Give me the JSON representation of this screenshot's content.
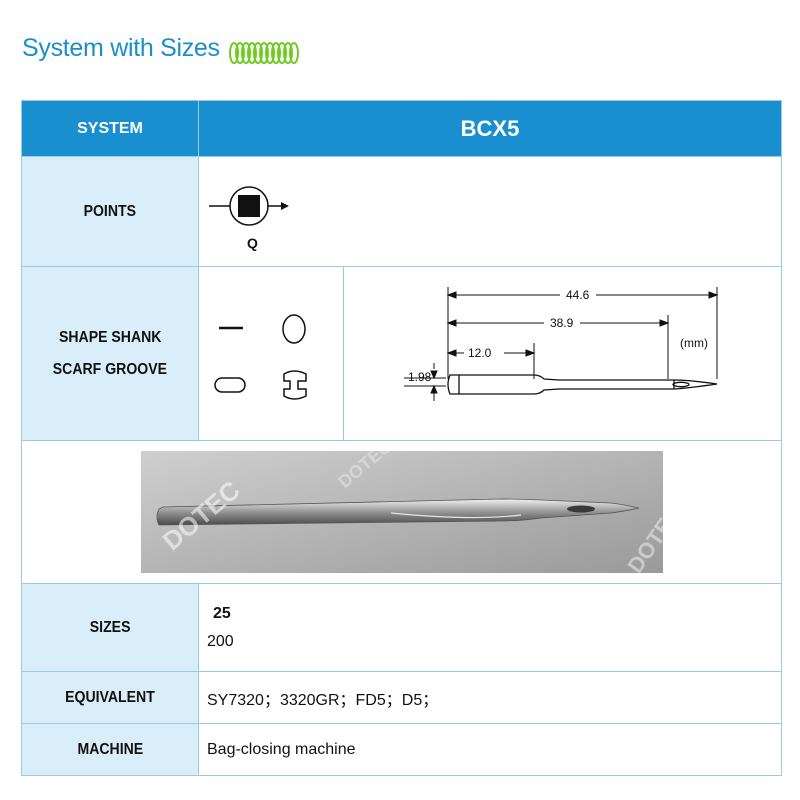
{
  "title": "System with Sizes",
  "table": {
    "system_label": "SYSTEM",
    "system_value": "BCX5",
    "points_label": "POINTS",
    "points_code": "Q",
    "shape_label_1": "SHAPE SHANK",
    "shape_label_2": "SCARF GROOVE",
    "dims": {
      "total": "44.6",
      "mid": "38.9",
      "shank": "12.0",
      "dia": "1.98",
      "unit": "(mm)"
    },
    "watermark": "DOTEC",
    "sizes_label": "SIZES",
    "sizes_a": "25",
    "sizes_b": "200",
    "equivalent_label": "EQUIVALENT",
    "equivalent_value": "SY7320；3320GR；FD5；D5；",
    "machine_label": "MACHINE",
    "machine_value": "Bag-closing machine"
  },
  "colors": {
    "header_blue": "#1a8fcf",
    "label_bg": "#d9eef9",
    "title_blue": "#1b8fc6",
    "spring_green": "#6fcc1f"
  }
}
